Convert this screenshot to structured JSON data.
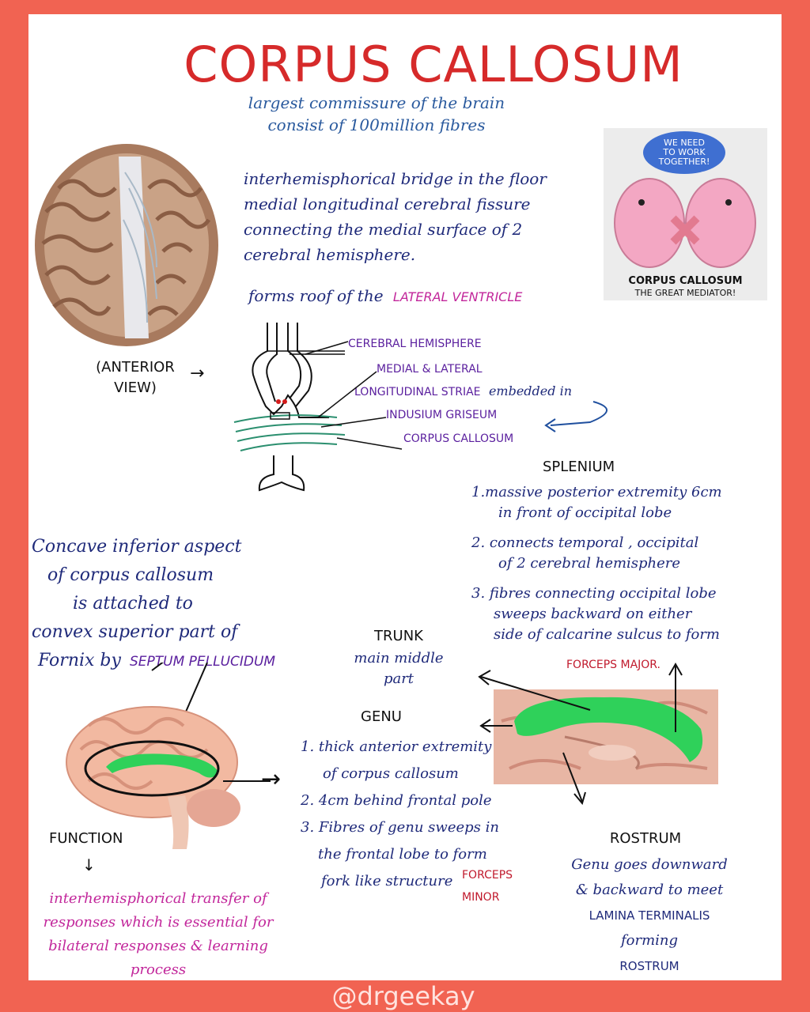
{
  "title": "CORPUS CALLOSUM",
  "intro": {
    "line1": "largest commissure of the brain",
    "line2": "consist of 100million fibres"
  },
  "definition": {
    "line1": "interhemisphorical bridge in the floor",
    "line2": "medial longitudinal cerebral fissure",
    "line3": "connecting the medial surface of 2",
    "line4": "cerebral hemisphere."
  },
  "roof": {
    "prefix": "forms roof of the",
    "highlight": "LATERAL VENTRICLE"
  },
  "anterior_view": {
    "line1": "(ANTERIOR",
    "line2": "VIEW)"
  },
  "diagram_labels": {
    "cerebral_hemisphere": "CEREBRAL HEMISPHERE",
    "striae_line1": "MEDIAL & LATERAL",
    "striae_line2": "LONGITUDINAL STRIAE",
    "embedded": "embedded in",
    "indusium": "INDUSIUM GRISEUM",
    "corpus": "CORPUS CALLOSUM"
  },
  "cartoon": {
    "bubble_line1": "WE NEED",
    "bubble_line2": "TO WORK",
    "bubble_line3": "TOGETHER!",
    "caption1": "CORPUS CALLOSUM",
    "caption2": "THE GREAT MEDIATOR!"
  },
  "splenium": {
    "heading": "SPLENIUM",
    "p1_line1": "1.massive posterior extremity 6cm",
    "p1_line2": "in front of occipital lobe",
    "p2_line1": "2. connects temporal , occipital",
    "p2_line2": "of 2 cerebral hemisphere",
    "p3_line1": "3. fibres connecting occipital lobe",
    "p3_line2": "sweeps backward on either",
    "p3_line3": "side of calcarine sulcus to form",
    "forceps": "FORCEPS MAJOR."
  },
  "concave": {
    "line1": "Concave inferior aspect",
    "line2": "of corpus callosum",
    "line3": "is attached to",
    "line4": "convex superior part of",
    "line5_prefix": "Fornix by",
    "line5_highlight": "SEPTUM PELLUCIDUM"
  },
  "trunk": {
    "heading": "TRUNK",
    "line1": "main middle",
    "line2": "part"
  },
  "genu": {
    "heading": "GENU",
    "p1_line1": "1. thick anterior extremity",
    "p1_line2": "of corpus callosum",
    "p2": "2. 4cm behind frontal pole",
    "p3_line1": "3. Fibres of genu sweeps in",
    "p3_line2": "the frontal lobe to form",
    "p3_line3": "fork like structure",
    "forceps_line1": "FORCEPS",
    "forceps_line2": "MINOR"
  },
  "function": {
    "heading": "FUNCTION",
    "arrow": "↓",
    "line1": "interhemisphorical transfer of",
    "line2": "responses which is essential for",
    "line3": "bilateral responses & learning",
    "line4": "process"
  },
  "rostrum": {
    "heading": "ROSTRUM",
    "line1": "Genu goes downward",
    "line2": "& backward to meet",
    "line3": "LAMINA TERMINALIS",
    "line4": "forming",
    "line5": "ROSTRUM"
  },
  "watermark": "@drgeekay",
  "colors": {
    "border": "#f16352",
    "title": "#d62a2a",
    "green": "#2fd15a",
    "navy": "#1f2a7a"
  }
}
